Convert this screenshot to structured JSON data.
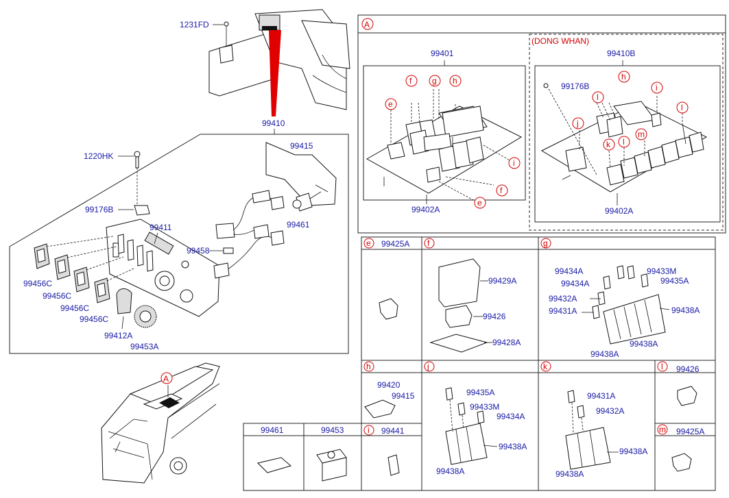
{
  "top_left": {
    "label_1231fd": "1231FD",
    "label_99410": "99410",
    "label_99415": "99415",
    "label_1220hk": "1220HK",
    "label_99176b": "99176B",
    "label_99411": "99411",
    "label_99461": "99461",
    "label_99458": "99458",
    "label_99456c_1": "99456C",
    "label_99456c_2": "99456C",
    "label_99456c_3": "99456C",
    "label_99456c_4": "99456C",
    "label_99412a": "99412A",
    "label_99453a": "99453A"
  },
  "bus": {
    "marker": "A"
  },
  "section_a": {
    "marker": "A",
    "left": {
      "top_label": "99401",
      "bottom_label": "99402A",
      "refs": [
        "e",
        "f",
        "g",
        "h",
        "i",
        "f",
        "e"
      ]
    },
    "right": {
      "title": "(DONG WHAN)",
      "top_label": "99410B",
      "label_99176b": "99176B",
      "bottom_label": "99402A",
      "refs": [
        "h",
        "i",
        "l",
        "l",
        "j",
        "m",
        "k",
        "l"
      ]
    }
  },
  "panels": {
    "e": {
      "marker": "e",
      "labels": [
        "99425A"
      ]
    },
    "f": {
      "marker": "f",
      "labels": [
        "99429A",
        "99426",
        "99428A"
      ]
    },
    "g": {
      "marker": "g",
      "labels": [
        "99434A",
        "99433M",
        "99434A",
        "99435A",
        "99432A",
        "99431A",
        "99438A",
        "99438A",
        "99438A"
      ]
    },
    "h": {
      "marker": "h",
      "labels": [
        "99420",
        "99415"
      ]
    },
    "i": {
      "marker": "i",
      "labels": [
        "99441"
      ]
    },
    "j": {
      "marker": "j",
      "labels": [
        "99435A",
        "99433M",
        "99434A",
        "99438A",
        "99438A"
      ]
    },
    "k": {
      "marker": "k",
      "labels": [
        "99431A",
        "99432A",
        "99438A",
        "99438A"
      ]
    },
    "l": {
      "marker": "l",
      "labels": [
        "99426"
      ]
    },
    "m": {
      "marker": "m",
      "labels": [
        "99425A"
      ]
    },
    "p99461": {
      "labels": [
        "99461"
      ]
    },
    "p99453": {
      "labels": [
        "99453"
      ]
    }
  }
}
